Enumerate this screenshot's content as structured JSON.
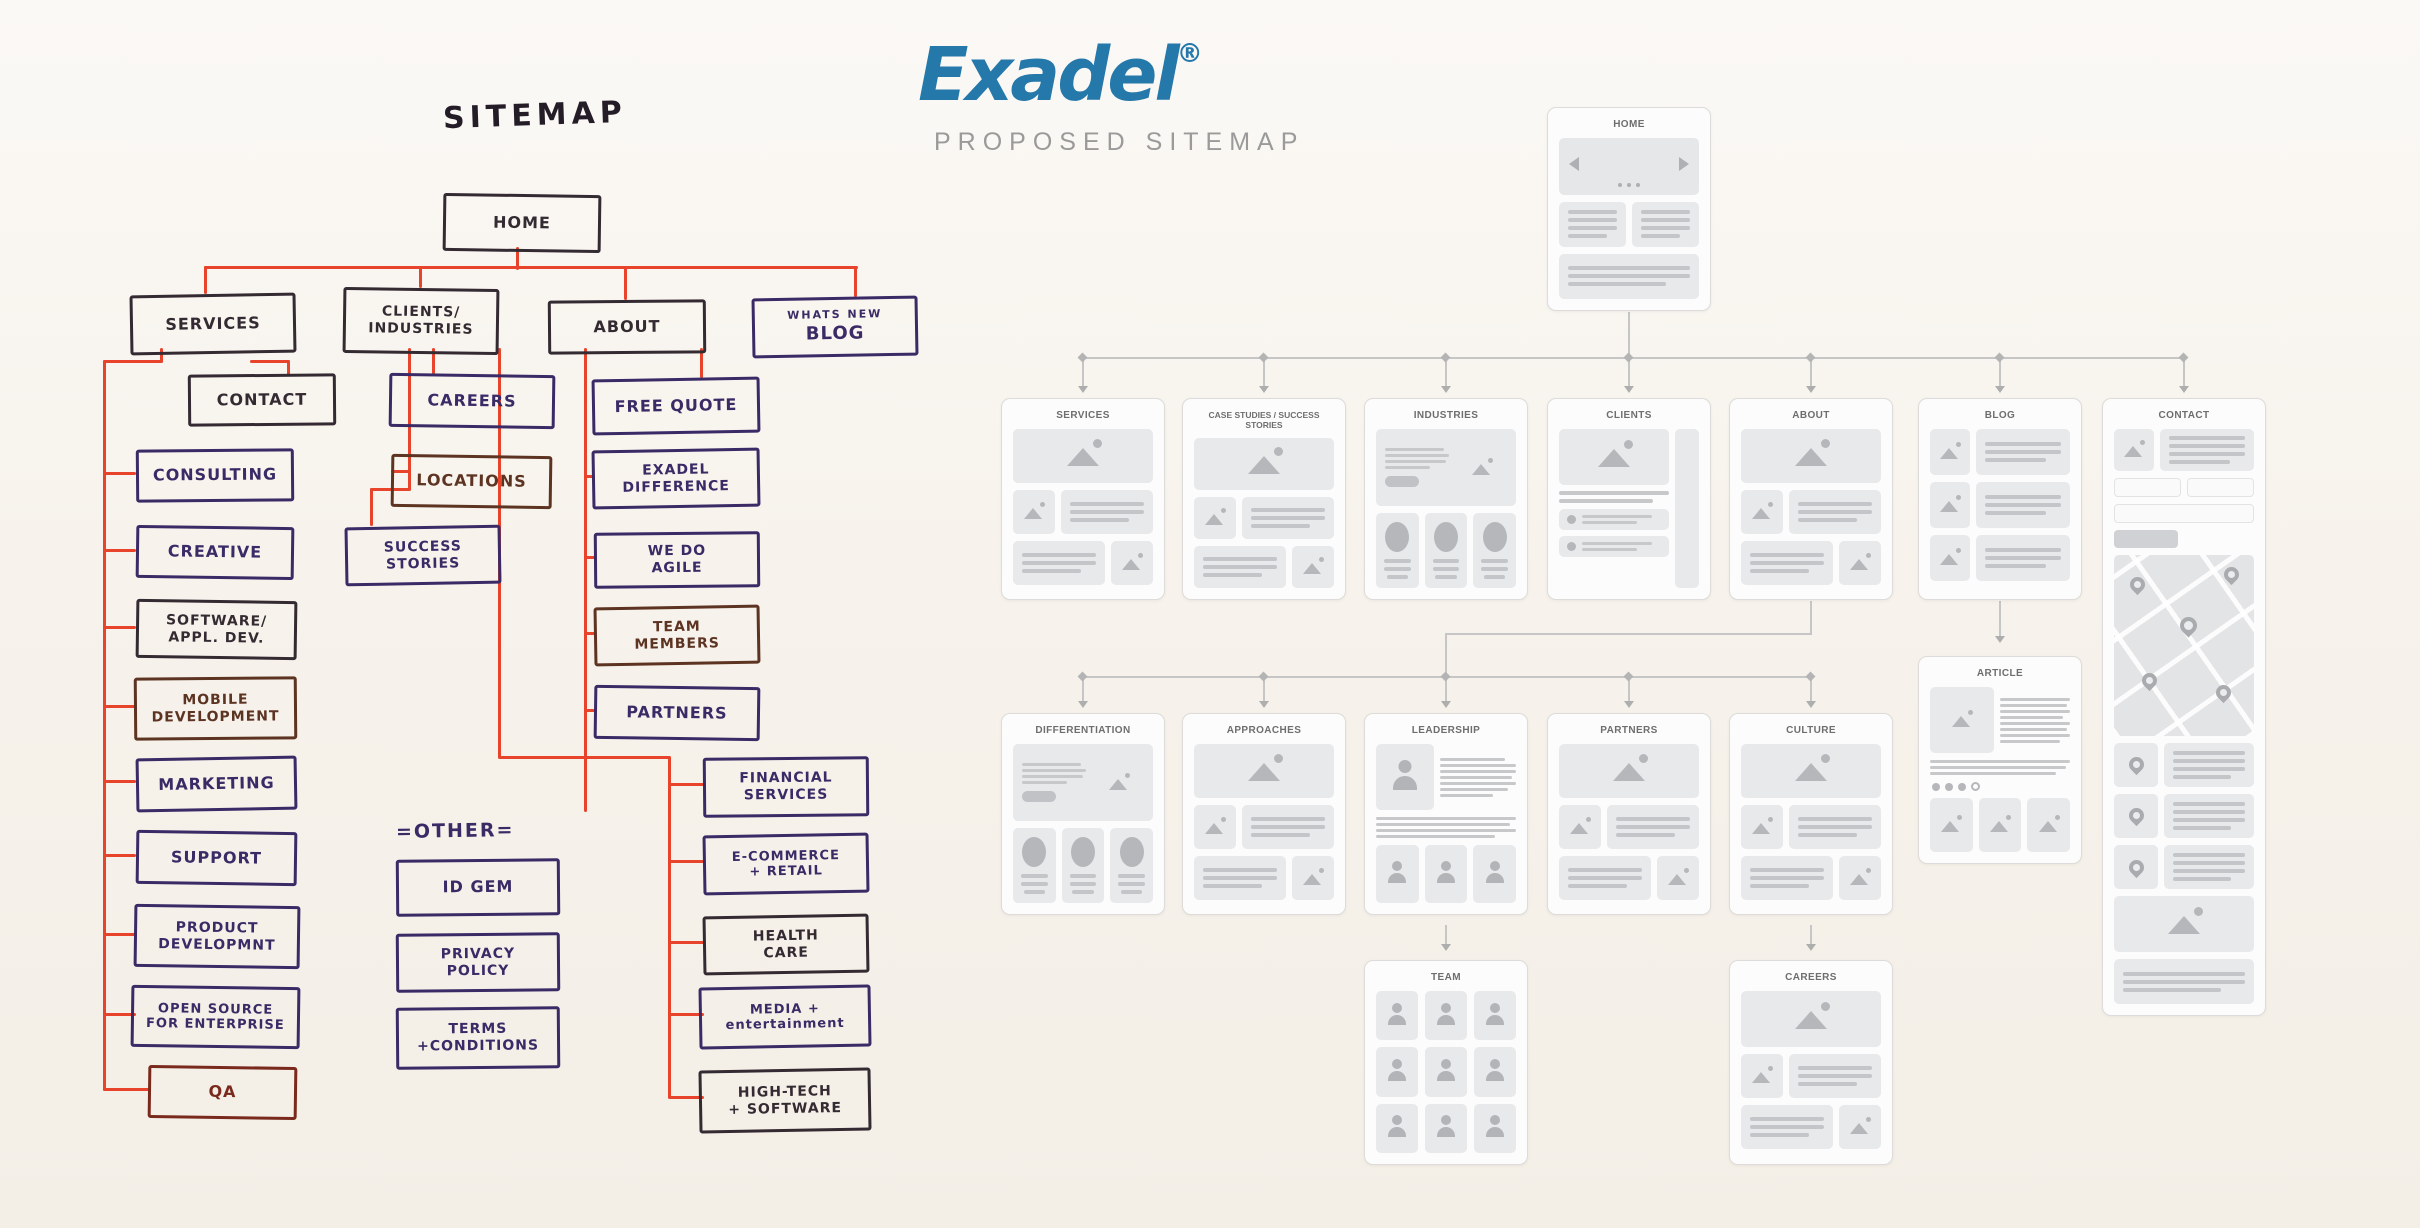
{
  "header": {
    "brand": "Exadel",
    "registered_mark": "®",
    "subtitle": "PROPOSED SITEMAP"
  },
  "sketch": {
    "title": "SITEMAP",
    "other_heading": "=OTHER=",
    "nodes": {
      "home": "HOME",
      "services": "SERVICES",
      "clients_industries": "CLIENTS/\nINDUSTRIES",
      "about": "ABOUT",
      "whats_new": "WHATS NEW",
      "blog_word": "BLOG",
      "contact": "CONTACT",
      "careers": "CAREERS",
      "free_quote": "FREE QUOTE",
      "consulting": "CONSULTING",
      "locations": "LOCATIONS",
      "exadel_difference": "EXADEL\nDIFFERENCE",
      "creative": "CREATIVE",
      "success_stories": "SUCCESS\nSTORIES",
      "we_do_agile": "WE DO\nAGILE",
      "software_appl_dev": "SOFTWARE/\nAPPL. DEV.",
      "team_members": "TEAM\nMEMBERS",
      "mobile_development": "MOBILE\nDEVELOPMENT",
      "partners": "PARTNERS",
      "marketing": "MARKETING",
      "financial_services": "FINANCIAL\nSERVICES",
      "support": "SUPPORT",
      "ecommerce_retail": "E-COMMERCE\n+ RETAIL",
      "id_gem": "ID GEM",
      "product_development": "PRODUCT\nDEVELOPMNT",
      "health_care": "HEALTH\nCARE",
      "privacy_policy": "PRIVACY\nPOLICY",
      "open_source": "OPEN SOURCE\nFOR ENTERPRISE",
      "media_entertainment": "MEDIA +\nentertainment",
      "terms_conditions": "TERMS\n+CONDITIONS",
      "qa": "QA",
      "high_tech_software": "HIGH-TECH\n+ SOFTWARE"
    }
  },
  "proposed": {
    "cards": {
      "home": "HOME",
      "services": "SERVICES",
      "case_studies": "CASE STUDIES / SUCCESS STORIES",
      "industries": "INDUSTRIES",
      "clients": "CLIENTS",
      "about": "ABOUT",
      "blog": "BLOG",
      "contact": "CONTACT",
      "differentiation": "DIFFERENTIATION",
      "approaches": "APPROACHES",
      "leadership": "LEADERSHIP",
      "partners": "PARTNERS",
      "culture": "CULTURE",
      "article": "ARTICLE",
      "team": "TEAM",
      "careers": "CAREERS"
    }
  }
}
